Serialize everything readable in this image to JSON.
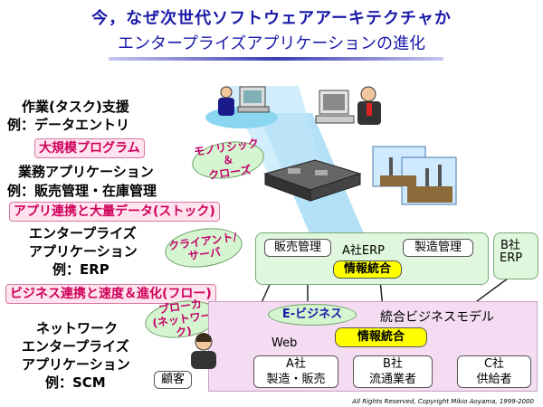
{
  "title": {
    "line1": "今，なぜ次世代ソフトウェアアーキテクチャか",
    "line2": "エンタープライズアプリケーションの進化"
  },
  "stages": [
    {
      "line1": "作業(タスク)支援",
      "line2": "例：データエントリ"
    },
    {
      "line1": "業務アプリケーション",
      "line2": "例：販売管理・在庫管理"
    },
    {
      "line1": "エンタープライズ",
      "line2": "アプリケーション",
      "line3": "例：ERP"
    },
    {
      "line1": "ネットワーク",
      "line2": "エンタープライズ",
      "line3": "アプリケーション",
      "line4": "例：SCM"
    }
  ],
  "themes": [
    "大規模プログラム",
    "アプリ連携と大量データ(ストック)",
    "ビジネス連携と速度＆進化(フロー)"
  ],
  "architectures": [
    {
      "line1": "モノリシック＆",
      "line2": "クローズ"
    },
    {
      "line1": "クライアント/",
      "line2": "サーバ"
    },
    {
      "line1": "ブローカ",
      "line2": "(ネットワーク)"
    }
  ],
  "erp": {
    "company_a": "A社ERP",
    "sales": "販売管理",
    "manufacturing": "製造管理",
    "integration": "情報統合",
    "company_b_line1": "B社",
    "company_b_line2": "ERP"
  },
  "business": {
    "ebusiness": "E-ビジネス",
    "model": "統合ビジネスモデル",
    "web": "Web",
    "integration": "情報統合",
    "customer": "顧客",
    "company_a_line1": "A社",
    "company_a_line2": "製造・販売",
    "company_b_line1": "B社",
    "company_b_line2": "流通業者",
    "company_c_line1": "C社",
    "company_c_line2": "供給者"
  },
  "copyright": "All Rights Reserved, Copyright  Mikio Aoyama, 1999-2000",
  "colors": {
    "title": "#1a1aa8",
    "theme_text": "#d0005a",
    "oval_text": "#c4006a",
    "beam": "#9fd3f5"
  }
}
